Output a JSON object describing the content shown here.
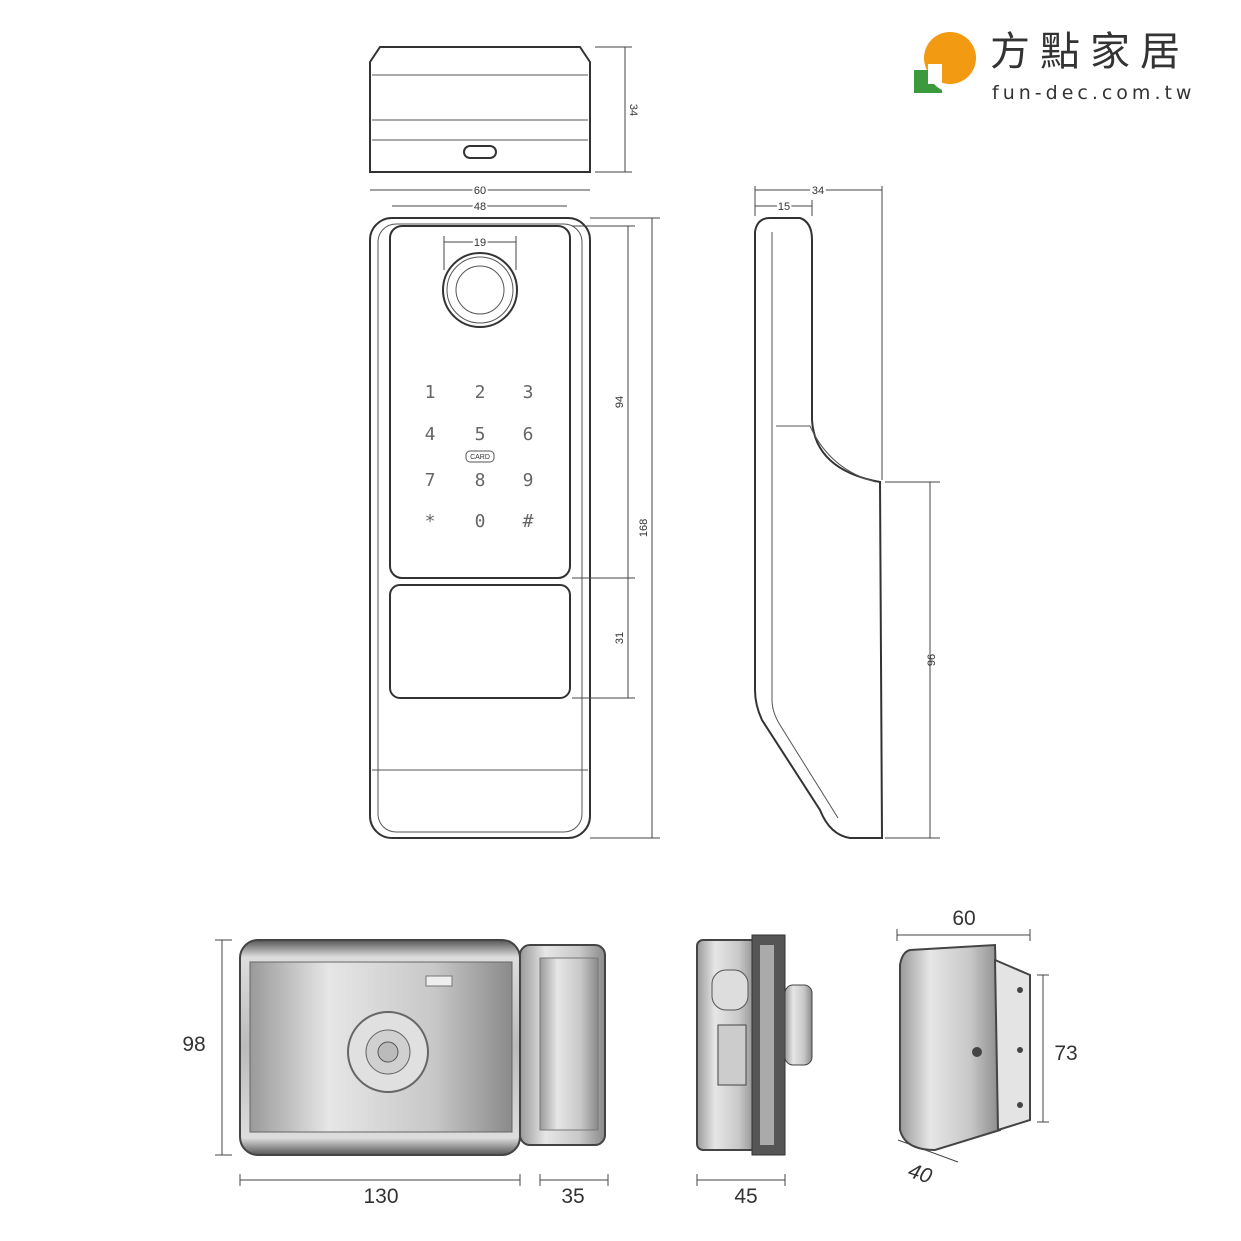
{
  "brand": {
    "name_cn": "方點家居",
    "url": "fun-dec.com.tw",
    "colors": {
      "orange": "#f29a12",
      "green": "#3a9a3c"
    }
  },
  "keypad": {
    "keys": [
      "1",
      "2",
      "3",
      "4",
      "5",
      "6",
      "7",
      "8",
      "9",
      "*",
      "0",
      "#"
    ],
    "card_label": "CARD"
  },
  "dims_top": {
    "depth": "34",
    "width_outer": "60",
    "width_inner": "48"
  },
  "dims_front": {
    "fingerprint": "19",
    "panel_height": "94",
    "handle_height": "31",
    "total_height": "168"
  },
  "dims_side": {
    "depth": "34",
    "top_depth": "15",
    "lower_height": "96"
  },
  "dims_rimlock": {
    "height": "98",
    "body_width": "130",
    "bolt_width": "35",
    "side_width": "45"
  },
  "dims_bracket": {
    "width": "60",
    "height": "73",
    "depth": "40"
  }
}
